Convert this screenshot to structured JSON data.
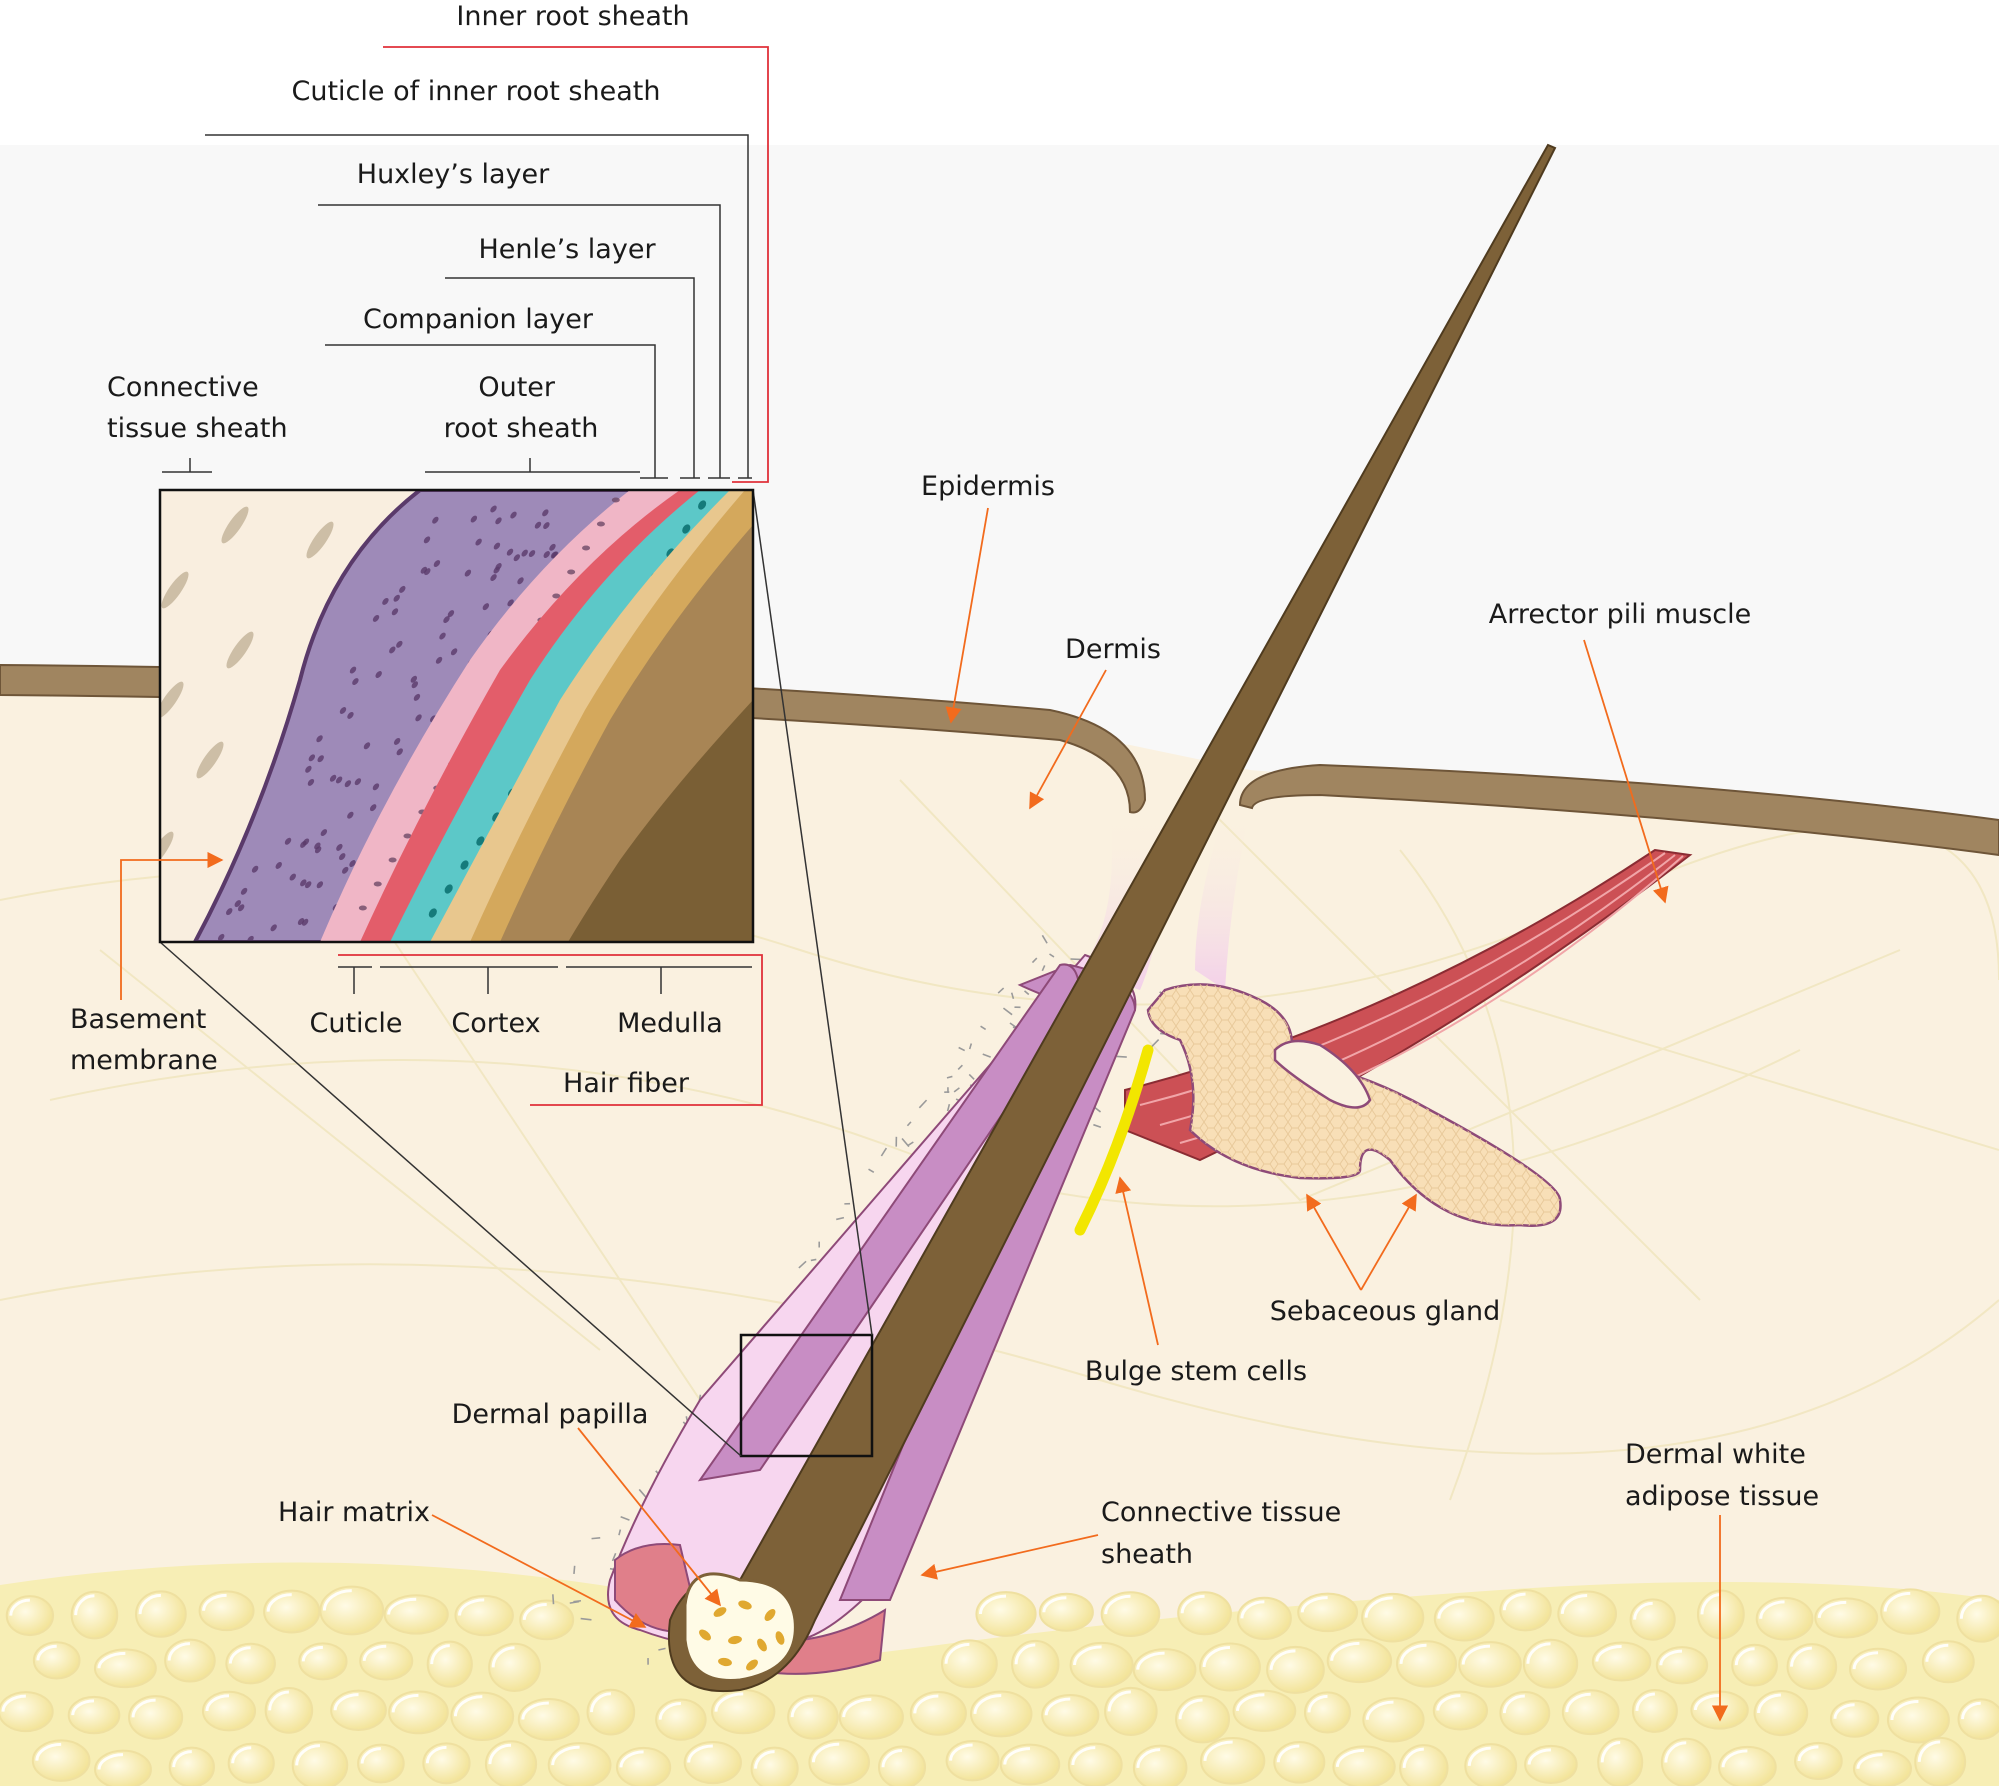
{
  "labels": {
    "inner_root_sheath": "Inner root sheath",
    "cuticle_of_inner_root_sheath": "Cuticle of inner root sheath",
    "huxleys_layer": "Huxley’s layer",
    "henles_layer": "Henle’s layer",
    "companion_layer": "Companion layer",
    "connective_tissue_sheath_inset": [
      "Connective",
      "tissue sheath"
    ],
    "outer_root_sheath": [
      "Outer",
      "root sheath"
    ],
    "epidermis": "Epidermis",
    "dermis": "Dermis",
    "arrector_pili_muscle": "Arrector pili muscle",
    "basement_membrane": [
      "Basement",
      "membrane"
    ],
    "cuticle": "Cuticle",
    "cortex": "Cortex",
    "medulla": "Medulla",
    "hair_fiber": "Hair fiber",
    "sebaceous_gland": "Sebaceous gland",
    "bulge_stem_cells": "Bulge stem cells",
    "dermal_papilla": "Dermal papilla",
    "hair_matrix": "Hair matrix",
    "connective_tissue_sheath": [
      "Connective tissue",
      "sheath"
    ],
    "dermal_white_adipose_tissue": [
      "Dermal white",
      "adipose tissue"
    ]
  },
  "colors": {
    "arrow": "#f26b1d",
    "bracket_red": "#e0313a",
    "epidermis": "#a08560",
    "dermis": "#faf1e0",
    "adipose": "#f7eeb5",
    "hair_shaft": "#7d6138",
    "inner_sheath": "#c88dc4",
    "outer_sheath": "#f7d6ef",
    "bulge": "#f2e600",
    "matrix": "#e07f8a",
    "sebaceous": "#f8dfb7",
    "muscle": "#cc5055"
  }
}
